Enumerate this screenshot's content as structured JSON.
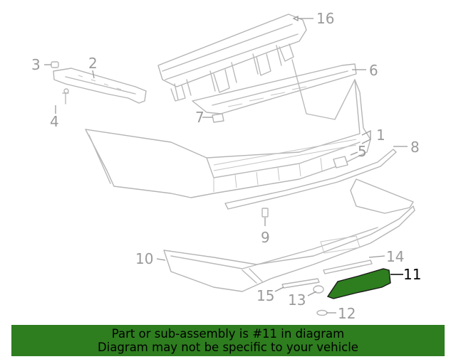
{
  "diagram": {
    "callouts": [
      {
        "id": "1",
        "label": "1"
      },
      {
        "id": "2",
        "label": "2"
      },
      {
        "id": "3",
        "label": "3"
      },
      {
        "id": "4",
        "label": "4"
      },
      {
        "id": "5",
        "label": "5"
      },
      {
        "id": "6",
        "label": "6"
      },
      {
        "id": "7",
        "label": "7"
      },
      {
        "id": "8",
        "label": "8"
      },
      {
        "id": "9",
        "label": "9"
      },
      {
        "id": "10",
        "label": "10"
      },
      {
        "id": "11",
        "label": "11",
        "highlighted": true
      },
      {
        "id": "12",
        "label": "12"
      },
      {
        "id": "13",
        "label": "13"
      },
      {
        "id": "14",
        "label": "14"
      },
      {
        "id": "15",
        "label": "15"
      },
      {
        "id": "16",
        "label": "16"
      }
    ],
    "highlight_color": "#2e7d1f",
    "line_color": "#b9b9b9"
  },
  "banner": {
    "line1": "Part or sub-assembly is #11 in diagram",
    "line2": "Diagram may not be specific to your vehicle",
    "background": "#2e7d1f"
  }
}
